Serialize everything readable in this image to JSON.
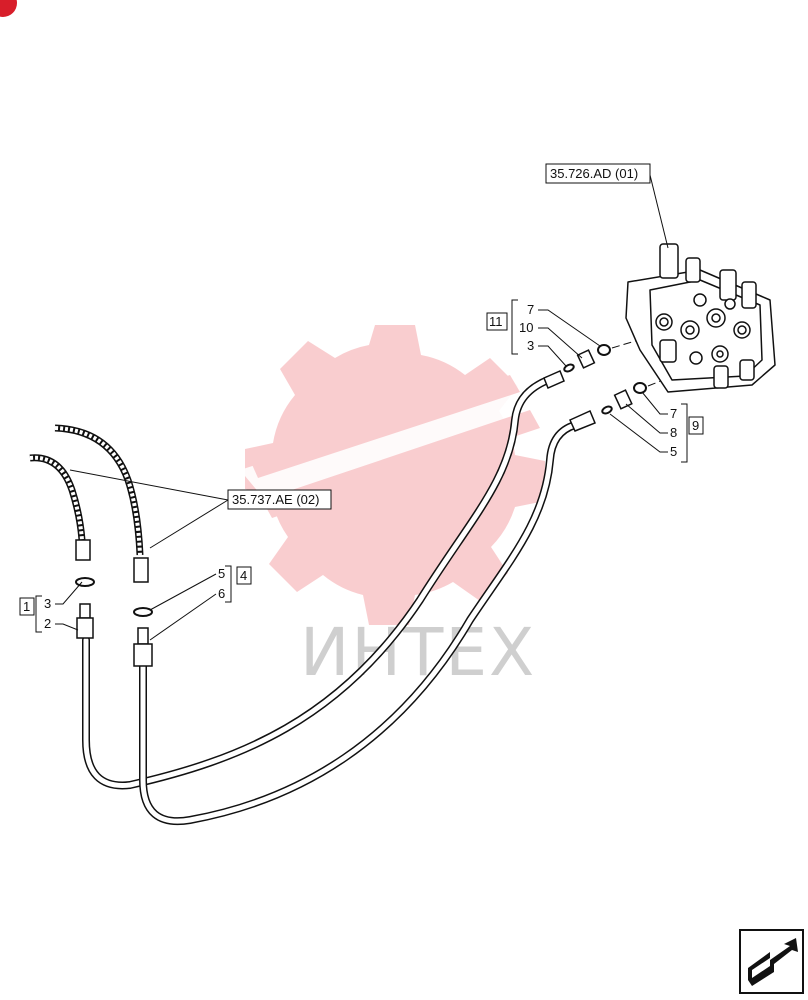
{
  "diagram": {
    "references": {
      "control_valve": "35.726.AD (01)",
      "hoses_upper": "35.737.AE (02)"
    },
    "groups": {
      "g1": "1",
      "g4": "4",
      "g9": "9",
      "g11": "11"
    },
    "callouts": {
      "p3_left": "3",
      "p2": "2",
      "p5_mid": "5",
      "p6": "6",
      "p7_top": "7",
      "p10": "10",
      "p3_top": "3",
      "p7_right": "7",
      "p8": "8",
      "p5_right": "5"
    },
    "watermark": {
      "text": "ИНТЕХ",
      "color": "#e8202a"
    },
    "nav": {
      "icon": "next-page-arrow-icon"
    },
    "corner_badge": {
      "color": "#d81e2a"
    }
  }
}
